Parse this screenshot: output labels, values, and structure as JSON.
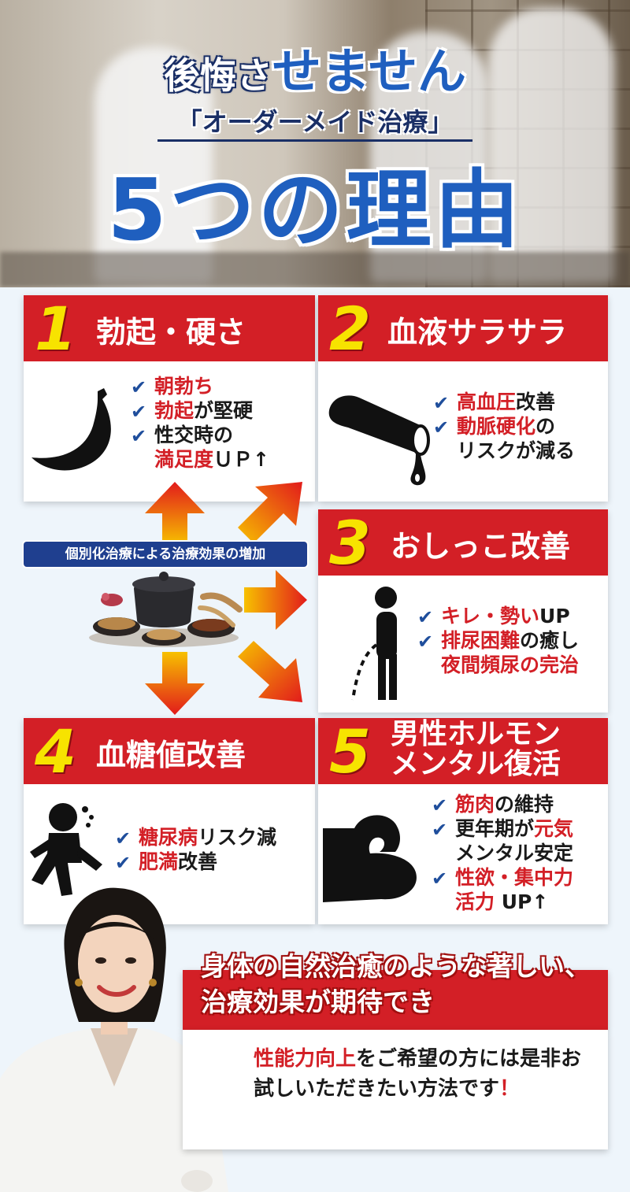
{
  "hero": {
    "line1_small": "後悔さ",
    "line1_big": "せません",
    "line2": "「オーダーメイド治療」",
    "title": "5つの理由"
  },
  "center_label": "個別化治療による治療効果の増加",
  "cards": [
    {
      "num": "1",
      "title": "勃起・硬さ",
      "icon": "banana-icon",
      "items": [
        {
          "check": true,
          "red": "朝勃ち",
          "text": ""
        },
        {
          "check": true,
          "red": "勃起",
          "text": "が堅硬"
        },
        {
          "check": true,
          "red": "",
          "text": "性交時の"
        },
        {
          "check": false,
          "red": "満足度",
          "text": "ＵＰ↑"
        }
      ]
    },
    {
      "num": "2",
      "title": "血液サラサラ",
      "icon": "blood-vessel-icon",
      "items": [
        {
          "check": true,
          "red": "高血圧",
          "text": "改善"
        },
        {
          "check": true,
          "red": "動脈硬化",
          "text": "の"
        },
        {
          "check": false,
          "red": "",
          "text": "リスクが減る"
        }
      ]
    },
    {
      "num": "3",
      "title": "おしっこ改善",
      "icon": "urinating-person-icon",
      "items": [
        {
          "check": true,
          "red": "キレ・勢い",
          "text": "UP"
        },
        {
          "check": true,
          "red": "排尿困難",
          "text": "の癒し"
        },
        {
          "check": false,
          "red": "夜間頻尿の完治",
          "text": ""
        }
      ]
    },
    {
      "num": "4",
      "title": "血糖値改善",
      "icon": "sweating-runner-icon",
      "items": [
        {
          "check": true,
          "red": "糖尿病",
          "text": "リスク減"
        },
        {
          "check": true,
          "red": "肥満",
          "text": "改善"
        }
      ]
    },
    {
      "num": "5",
      "title": "男性ホルモン\nメンタル復活",
      "title_line1": "男性ホルモン",
      "title_line2": "メンタル復活",
      "icon": "flexing-arm-icon",
      "items": [
        {
          "check": true,
          "red": "筋肉",
          "text": "の維持"
        },
        {
          "check": true,
          "red": "",
          "text": "更年期が",
          "red2": "元気"
        },
        {
          "check": false,
          "red": "",
          "text": "メンタル安定"
        },
        {
          "check": true,
          "red": "性欲・集中力",
          "text": ""
        },
        {
          "check": false,
          "red": "活力",
          "text": " UP↑"
        }
      ]
    }
  ],
  "bottom": {
    "headline": "身体の自然治癒のような著しい、治療効果が期待でき",
    "body_red": "性能力向上",
    "body_text": "をご希望の方には是非お試しいただきたい方法です",
    "body_end": "！"
  },
  "colors": {
    "red": "#d31f26",
    "yellow": "#f7e300",
    "blue": "#1f5fbf",
    "navy": "#1a2f66"
  }
}
